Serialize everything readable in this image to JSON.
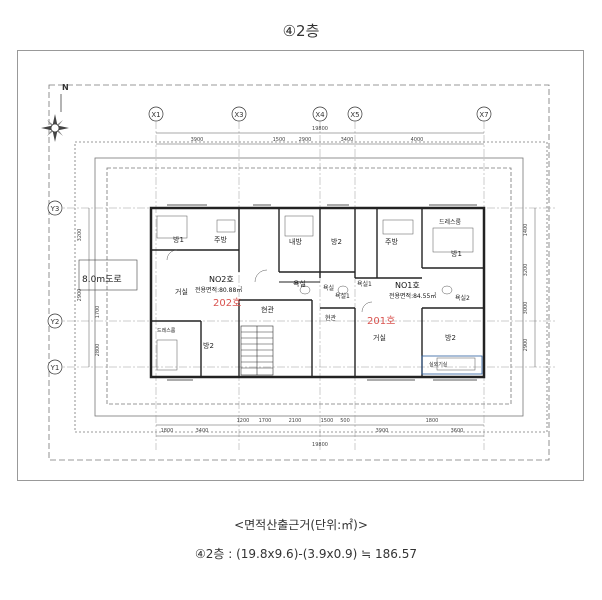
{
  "page": {
    "title": "④2층",
    "caption": "<면적산출근거(단위:㎡)>",
    "formula": "④2층 : (19.8x9.6)-(3.9x0.9) ≒ 186.57"
  },
  "plan": {
    "north_label": "N",
    "road_label": "8.0m도로",
    "grid_top": [
      "X1",
      "X3",
      "X4",
      "X5",
      "X7"
    ],
    "grid_left": [
      "Y3",
      "Y2",
      "Y1"
    ],
    "dims": {
      "top_total": "19800",
      "bottom_total": "19800",
      "top_segments": [
        "3900",
        "1500",
        "2900",
        "3400",
        "4000"
      ],
      "bottom_segments": [
        "1800",
        "3400",
        "1200",
        "1700",
        "2100",
        "1500",
        "500",
        "3900",
        "1800",
        "3600"
      ],
      "left_segments": [
        "3200",
        "2900",
        "1700",
        "2800"
      ],
      "right_segments": [
        "1400",
        "3200",
        "3000",
        "2900"
      ]
    },
    "units": {
      "u202": {
        "name": "NO2호",
        "area": "전용면적:80.88㎡",
        "annotation": "202호",
        "rooms": [
          "방1",
          "주방",
          "거실",
          "방2",
          "욕실",
          "현관",
          "드레스룸"
        ]
      },
      "u201": {
        "name": "NO1호",
        "area": "전용면적:84.55㎡",
        "annotation": "201호",
        "rooms": [
          "방1",
          "주방",
          "거실",
          "방2",
          "욕실1",
          "욕실2",
          "현관",
          "드레스룸",
          "실외기실"
        ]
      },
      "center_rooms": [
        "내방",
        "방2",
        "욕실",
        "욕실1"
      ]
    },
    "accent_color": "#d9534f",
    "line_color": "#333333"
  }
}
